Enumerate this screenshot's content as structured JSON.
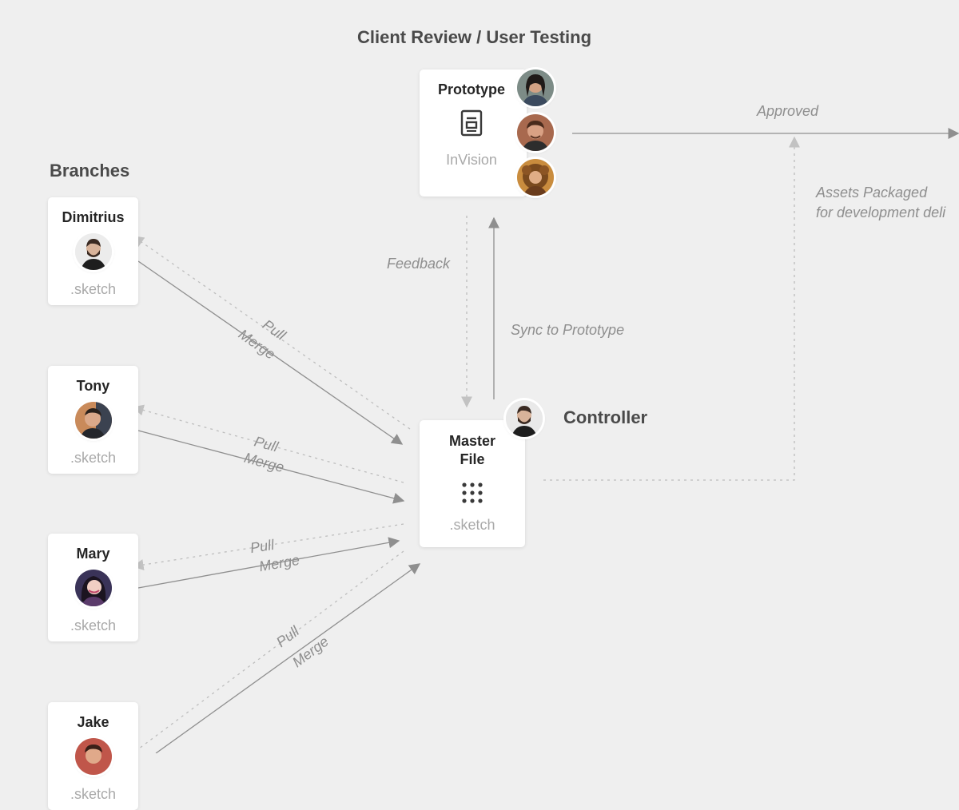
{
  "header": {
    "title": "Client Review / User Testing"
  },
  "branches_title": "Branches",
  "controller_label": "Controller",
  "prototype": {
    "title": "Prototype",
    "sub": "InVision",
    "icon": "document-icon"
  },
  "master": {
    "title_line1": "Master",
    "title_line2": "File",
    "sub": ".sketch",
    "icon": "grid-dots-icon"
  },
  "branches": [
    {
      "name": "Dimitrius",
      "sub": ".sketch"
    },
    {
      "name": "Tony",
      "sub": ".sketch"
    },
    {
      "name": "Mary",
      "sub": ".sketch"
    },
    {
      "name": "Jake",
      "sub": ".sketch"
    }
  ],
  "edges": {
    "approved": "Approved",
    "assets_line1": "Assets Packaged",
    "assets_line2": "for development deli",
    "feedback": "Feedback",
    "sync": "Sync to Prototype",
    "pull": "Pull",
    "merge": "Merge"
  },
  "colors": {
    "background": "#efefef",
    "card": "#ffffff",
    "solid_arrow": "#8f8f8f",
    "dashed_arrow": "#bdbdbd"
  }
}
